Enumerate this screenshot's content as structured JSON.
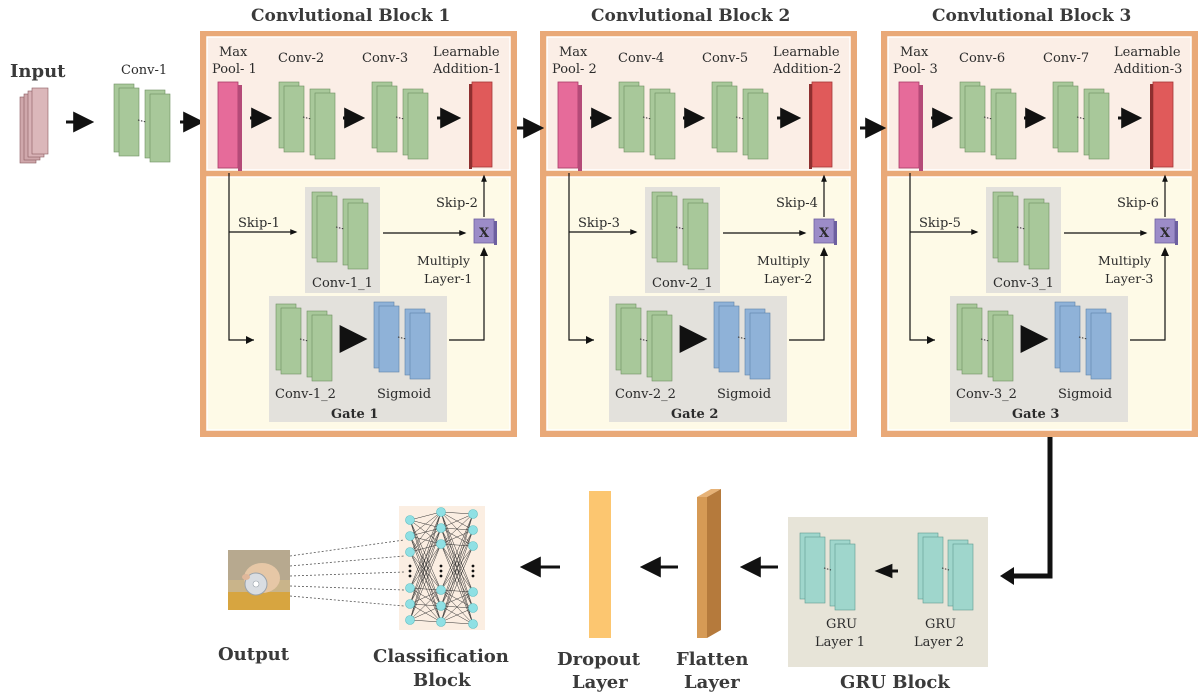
{
  "input_label": "Input",
  "conv1_label": "Conv-1",
  "blocks": [
    {
      "title": "Convlutional Block 1",
      "pool": [
        "Max",
        "Pool- 1"
      ],
      "conv_a": "Conv-2",
      "conv_b": "Conv-3",
      "add": [
        "Learnable",
        "Addition-1"
      ],
      "skip_top": "Skip-1",
      "skip_up": "Skip-2",
      "conv_skip": "Conv-1_1",
      "multiply": [
        "Multiply",
        "Layer-1"
      ],
      "conv_gate": "Conv-1_2",
      "sigmoid": "Sigmoid",
      "gate": "Gate 1"
    },
    {
      "title": "Convlutional Block 2",
      "pool": [
        "Max",
        "Pool- 2"
      ],
      "conv_a": "Conv-4",
      "conv_b": "Conv-5",
      "add": [
        "Learnable",
        "Addition-2"
      ],
      "skip_top": "Skip-3",
      "skip_up": "Skip-4",
      "conv_skip": "Conv-2_1",
      "multiply": [
        "Multiply",
        "Layer-2"
      ],
      "conv_gate": "Conv-2_2",
      "sigmoid": "Sigmoid",
      "gate": "Gate 2"
    },
    {
      "title": "Convlutional Block 3",
      "pool": [
        "Max",
        "Pool- 3"
      ],
      "conv_a": "Conv-6",
      "conv_b": "Conv-7",
      "add": [
        "Learnable",
        "Addition-3"
      ],
      "skip_top": "Skip-5",
      "skip_up": "Skip-6",
      "conv_skip": "Conv-3_1",
      "multiply": [
        "Multiply",
        "Layer-3"
      ],
      "conv_gate": "Conv-3_2",
      "sigmoid": "Sigmoid",
      "gate": "Gate 3"
    }
  ],
  "multiply_symbol": "X",
  "gru": {
    "layer1": [
      "GRU",
      "Layer 1"
    ],
    "layer2": [
      "GRU",
      "Layer 2"
    ],
    "title": "GRU Block"
  },
  "flatten": [
    "Flatten",
    "Layer"
  ],
  "dropout": [
    "Dropout",
    "Layer"
  ],
  "classification": [
    "Classification",
    "Block"
  ],
  "output_label": "Output",
  "colors": {
    "block_frame": "#e9a978",
    "top_panel": "#fbeee6",
    "bottom_panel": "#fefae7",
    "conv": "#a8c89a",
    "pool": "#e66b9a",
    "add": "#e05a5a",
    "multiply": "#9c8cc8",
    "sigmoid": "#8fb2d8",
    "gru": "#9fd6cc",
    "flatten": "#d69a55",
    "dropout": "#fcc670",
    "gray_panel": "#e3e1dc",
    "gru_panel": "#e7e4d8"
  }
}
